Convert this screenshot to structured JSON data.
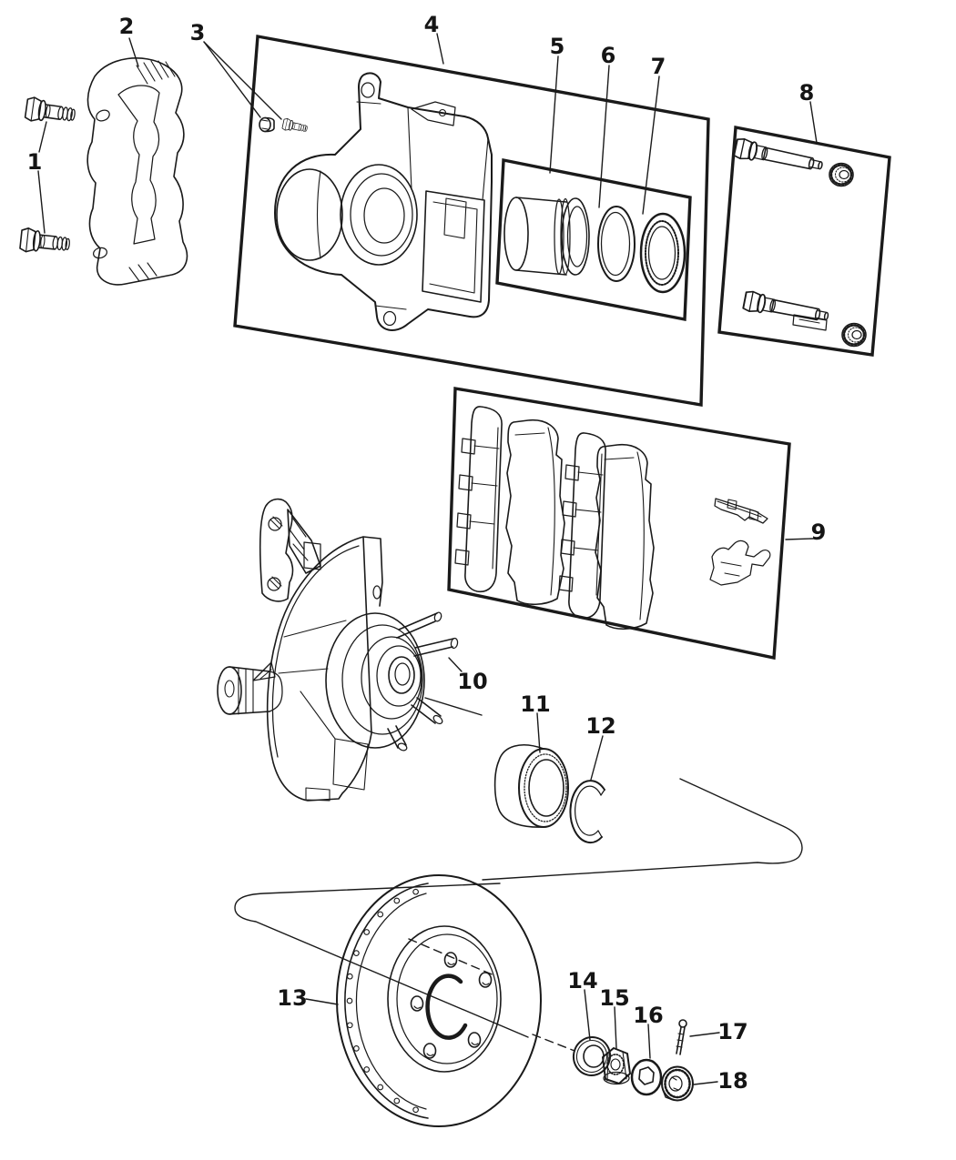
{
  "diagram": {
    "subject": "Front disc brake and hub exploded parts diagram",
    "background_color": "#ffffff",
    "line_color": "#1a1a1a",
    "callouts": [
      {
        "num": "1"
      },
      {
        "num": "2"
      },
      {
        "num": "3"
      },
      {
        "num": "4"
      },
      {
        "num": "5"
      },
      {
        "num": "6"
      },
      {
        "num": "7"
      },
      {
        "num": "8"
      },
      {
        "num": "9"
      },
      {
        "num": "10"
      },
      {
        "num": "11"
      },
      {
        "num": "12"
      },
      {
        "num": "13"
      },
      {
        "num": "14"
      },
      {
        "num": "15"
      },
      {
        "num": "16"
      },
      {
        "num": "17"
      },
      {
        "num": "18"
      }
    ],
    "parts": {
      "1": "adapter-mounting-bolts",
      "2": "caliper-adapter-bracket",
      "3": "bleeder-cap-and-screw",
      "4": "disc-brake-caliper",
      "5": "caliper-piston",
      "6": "piston-seal",
      "7": "piston-dust-boot",
      "8": "guide-pin-and-bushing-kit",
      "9": "brake-pad-kit",
      "10": "knuckle-and-hub-assembly",
      "11": "wheel-bearing",
      "12": "bearing-snap-ring",
      "13": "brake-rotor",
      "14": "washer",
      "15": "hub-nut",
      "16": "nut-lock-ring",
      "17": "cotter-pin",
      "18": "nut-retainer-cap"
    }
  }
}
